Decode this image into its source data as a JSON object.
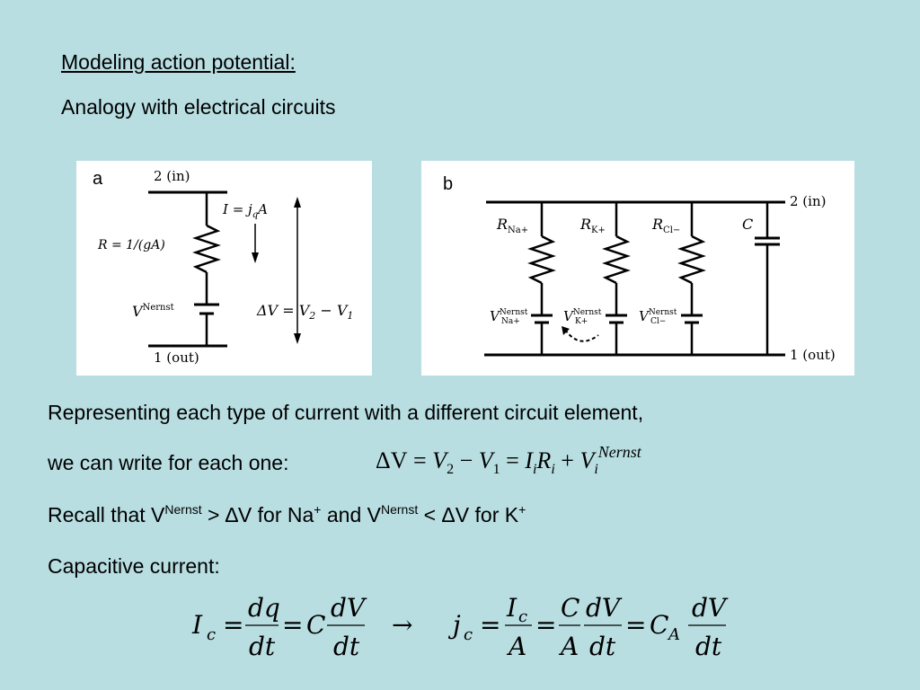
{
  "heading": "Modeling action potential:",
  "subheading": "Analogy with electrical circuits",
  "figure_a": {
    "panel_label": "a",
    "top_label": "2 (in)",
    "bottom_label": "1 (out)",
    "current_label": "I = j",
    "current_sub": "q",
    "current_tail": "A",
    "resistance_label": "R = 1/(gA)",
    "battery_label": "V",
    "battery_sup": "Nernst",
    "voltage_label": "ΔV = V",
    "voltage_sub2": "2",
    "voltage_minus": " − V",
    "voltage_sub1": "1"
  },
  "figure_b": {
    "panel_label": "b",
    "top_label": "2 (in)",
    "bottom_label": "1 (out)",
    "r_labels": [
      {
        "main": "R",
        "sub": "Na+"
      },
      {
        "main": "R",
        "sub": "K+"
      },
      {
        "main": "R",
        "sub": "Cl−"
      }
    ],
    "capacitor_label": "C",
    "battery_labels": [
      {
        "main": "V",
        "sup": "Nernst",
        "sub": "Na+"
      },
      {
        "main": "V",
        "sup": "Nernst",
        "sub": "K+"
      },
      {
        "main": "V",
        "sup": "Nernst",
        "sub": "Cl−"
      }
    ]
  },
  "text": {
    "representing": "Representing each type of current with a different circuit element,",
    "we_can_write": "we can write for each one:",
    "recall_prefix": "Recall that  V",
    "nernst": "Nernst",
    "recall_mid1": " > ∆V for Na",
    "plus": "+",
    "recall_mid2": " and V",
    "recall_mid3": " < ΔV for K",
    "capacitive": "Capacitive current:"
  },
  "equation1": {
    "dv": "ΔV",
    "eq": "=",
    "v": "V",
    "sub2": "2",
    "minus": "−",
    "sub1": "1",
    "i": "I",
    "sub_i": "i",
    "r": "R",
    "plus": "+",
    "nernst": "Nernst"
  },
  "equation2": {
    "ic": "I",
    "c_sub": "c",
    "eq": "=",
    "dq": "dq",
    "dt": "dt",
    "c": "C",
    "dv": "dV",
    "arrow": "→",
    "jc": "j",
    "a": "A",
    "ca": "C",
    "a_sub": "A"
  }
}
